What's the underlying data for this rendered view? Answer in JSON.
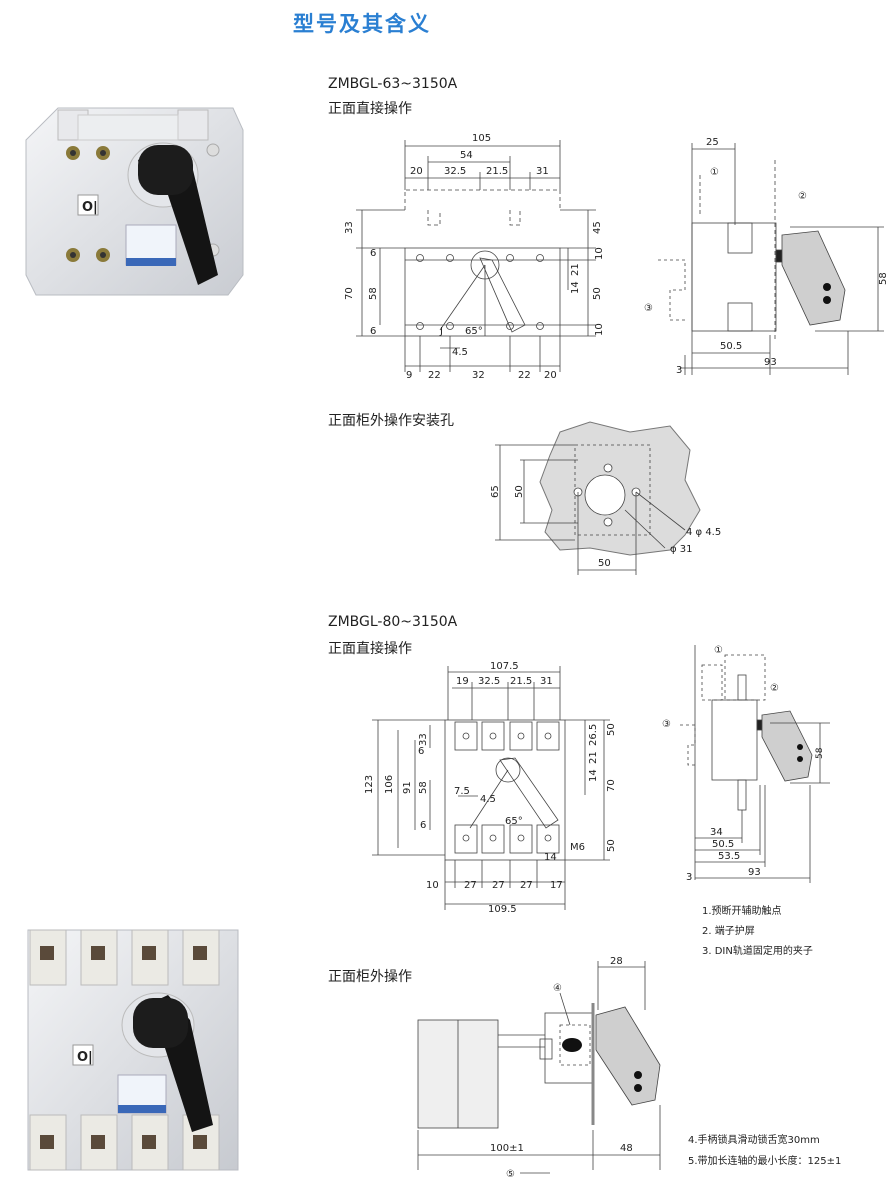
{
  "page": {
    "title": "型号及其含义"
  },
  "section1": {
    "model": "ZMBGL-63~3150A",
    "front_op_label": "正面直接操作",
    "cabinet_hole_label": "正面柜外操作安装孔",
    "front_dims": {
      "top": [
        "105",
        "54",
        "20",
        "32.5",
        "21.5",
        "31"
      ],
      "left": [
        "33",
        "6",
        "70",
        "58",
        "6"
      ],
      "right": [
        "45",
        "10",
        "21",
        "14",
        "50",
        "10"
      ],
      "bottom": [
        "9",
        "22",
        "32",
        "22",
        "20"
      ],
      "angle": "65°",
      "gap": "4.5",
      "label_j": "J"
    },
    "side_dims": [
      "25",
      "58",
      "50.5",
      "3",
      "93"
    ],
    "callouts": [
      "①",
      "②",
      "③"
    ],
    "hole_dims": [
      "65",
      "50",
      "50",
      "4 φ 4.5",
      "φ 31"
    ]
  },
  "section2": {
    "model": "ZMBGL-80~3150A",
    "front_op_label": "正面直接操作",
    "cabinet_op_label": "正面柜外操作",
    "front_dims": {
      "top": [
        "107.5",
        "19",
        "32.5",
        "21.5",
        "31"
      ],
      "left": [
        "123",
        "106",
        "91",
        "58",
        "33",
        "6",
        "6"
      ],
      "right": [
        "26.5",
        "50",
        "21",
        "14",
        "70",
        "50",
        "14"
      ],
      "bottom": [
        "10",
        "27",
        "27",
        "27",
        "17",
        "109.5"
      ],
      "extra": [
        "7.5",
        "4.5",
        "65°",
        "M6"
      ]
    },
    "side_dims": [
      "58",
      "34",
      "50.5",
      "53.5",
      "3",
      "93"
    ],
    "callouts": [
      "①",
      "②",
      "③"
    ],
    "notes": [
      "1.预断开辅助触点",
      "2. 端子护屏",
      "3. DIN轨道固定用的夹子"
    ],
    "cab_dims": [
      "28",
      "100±1",
      "48"
    ],
    "cab_callouts": [
      "④",
      "⑤"
    ],
    "cab_notes": [
      "4.手柄锁具滑动锁舌宽30mm",
      "5.带加长连轴的最小长度：125±1"
    ]
  },
  "product_photos": {
    "small_label": "O|"
  }
}
